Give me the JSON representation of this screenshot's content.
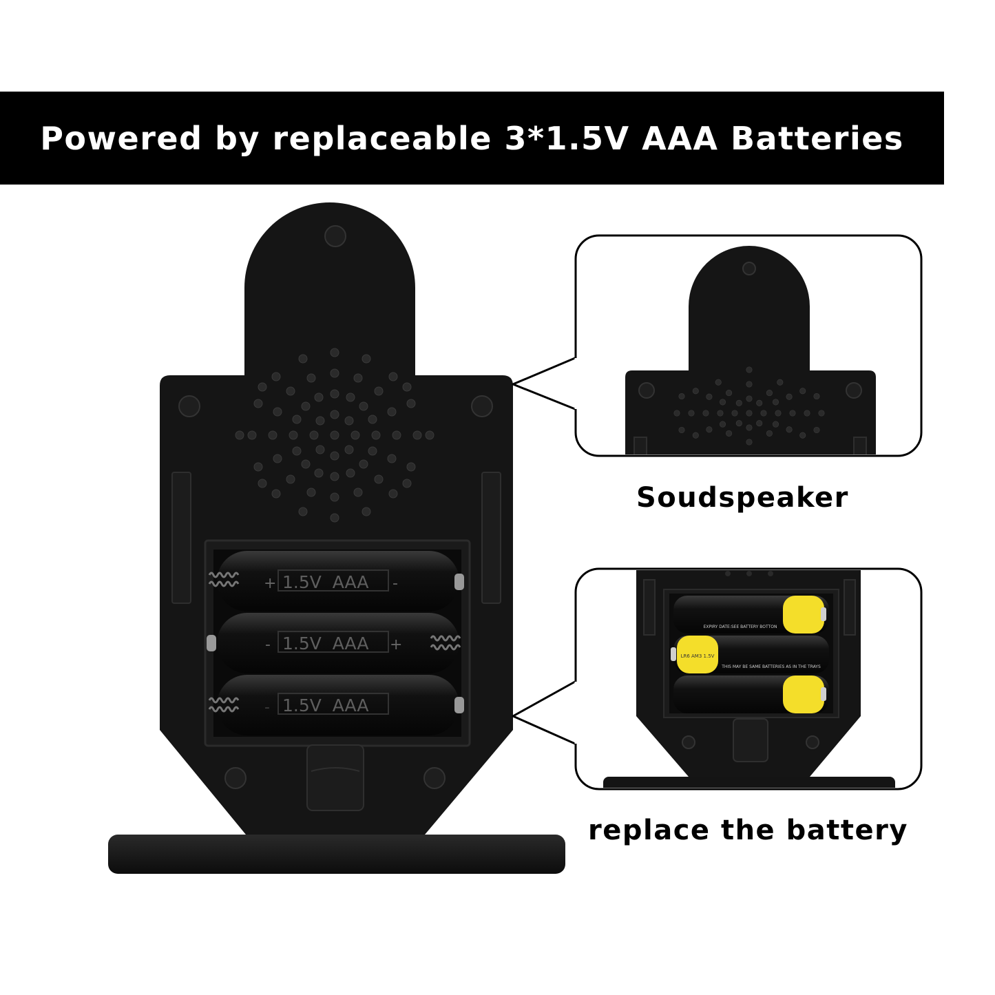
{
  "banner": {
    "title": "Powered by replaceable 3*1.5V AAA Batteries"
  },
  "callouts": [
    {
      "caption": "Soudspeaker"
    },
    {
      "caption": "replace the battery"
    }
  ],
  "batteries": [
    {
      "label": "1.5V  AAA",
      "plus": "+",
      "minus": "-"
    },
    {
      "label": "1.5V  AAA",
      "plus": "+",
      "minus": "-"
    },
    {
      "label": "1.5V  AAA",
      "plus": "",
      "minus": "-"
    }
  ],
  "inset_battery_text": {
    "brand_label": "LR6 AM3 1.5V",
    "expiry": "EXPIRY DATE:SEE BATTERY BOTTON",
    "warning": "THIS MAY BE SAME BATTERIES AS IN THE TRAYS"
  },
  "colors": {
    "banner_bg": "#000000",
    "device_body": "#151515",
    "battery_cap": "#f4de2a"
  }
}
